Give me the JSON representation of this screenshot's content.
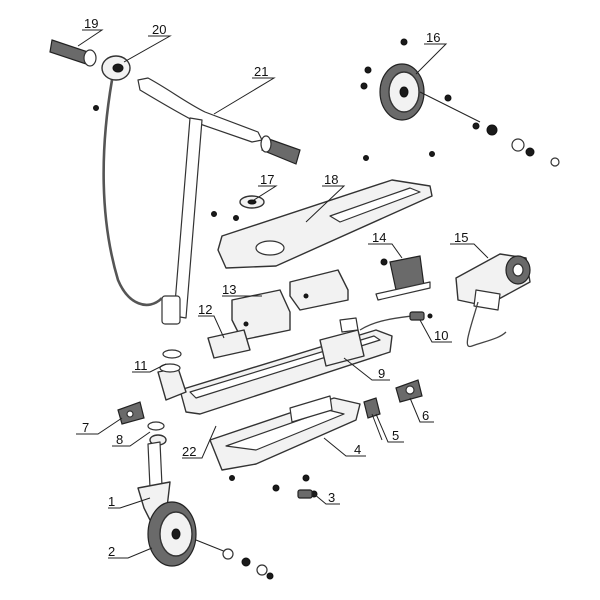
{
  "callouts": [
    {
      "id": "p1",
      "label": "1"
    },
    {
      "id": "p2",
      "label": "2"
    },
    {
      "id": "p3",
      "label": "3"
    },
    {
      "id": "p4",
      "label": "4"
    },
    {
      "id": "p5",
      "label": "5"
    },
    {
      "id": "p6",
      "label": "6"
    },
    {
      "id": "p7",
      "label": "7"
    },
    {
      "id": "p8",
      "label": "8"
    },
    {
      "id": "p9",
      "label": "9"
    },
    {
      "id": "p10",
      "label": "10"
    },
    {
      "id": "p11",
      "label": "11"
    },
    {
      "id": "p12",
      "label": "12"
    },
    {
      "id": "p13",
      "label": "13"
    },
    {
      "id": "p14",
      "label": "14"
    },
    {
      "id": "p15",
      "label": "15"
    },
    {
      "id": "p16",
      "label": "16"
    },
    {
      "id": "p17",
      "label": "17"
    },
    {
      "id": "p18",
      "label": "18"
    },
    {
      "id": "p19",
      "label": "19"
    },
    {
      "id": "p20",
      "label": "20"
    },
    {
      "id": "p21",
      "label": "21"
    },
    {
      "id": "p22",
      "label": "22"
    }
  ]
}
